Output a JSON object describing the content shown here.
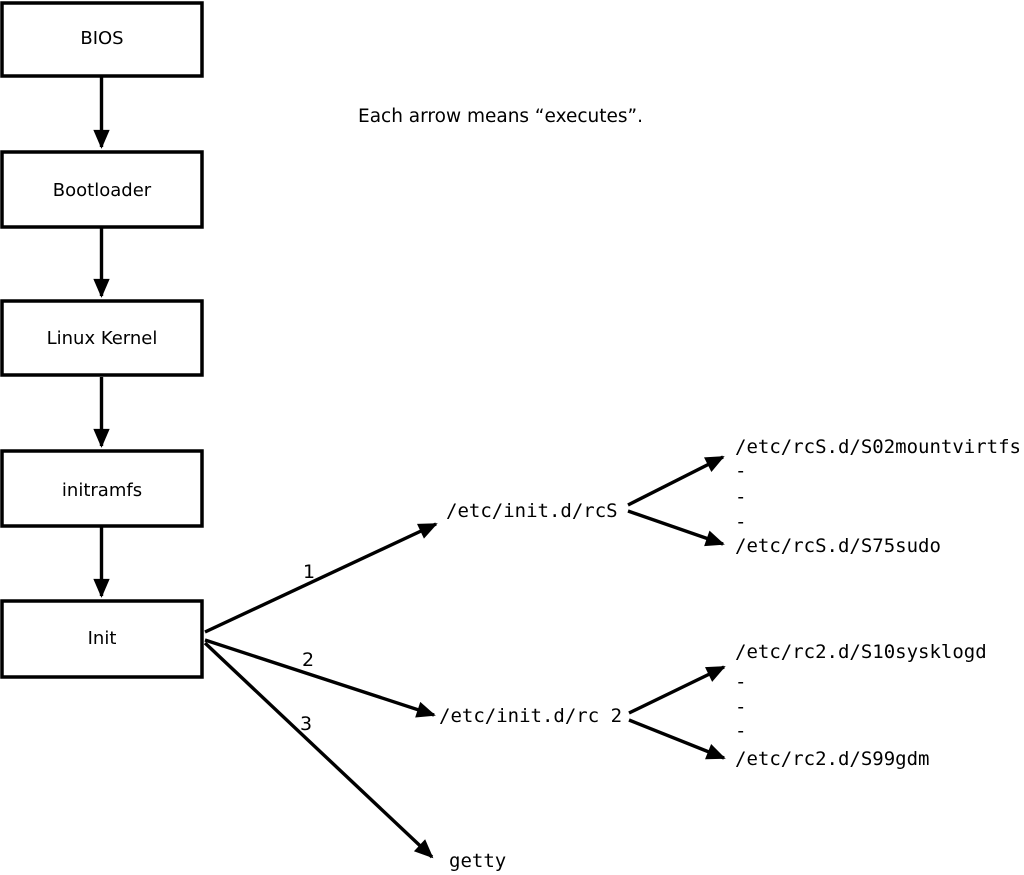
{
  "note": "Each arrow means “executes”.",
  "colors": {
    "stroke": "#000000",
    "box_fill": "#ffffff",
    "text": "#000000",
    "background": "#ffffff"
  },
  "boot_chain": [
    {
      "label": "BIOS"
    },
    {
      "label": "Bootloader"
    },
    {
      "label": "Linux Kernel"
    },
    {
      "label": "initramfs"
    },
    {
      "label": "Init"
    }
  ],
  "init_children": [
    {
      "order": "1",
      "label": "/etc/init.d/rcS",
      "scripts": {
        "first": "/etc/rcS.d/S02mountvirtfs",
        "ellipsis": [
          "-",
          "-",
          "-"
        ],
        "last": "/etc/rcS.d/S75sudo"
      }
    },
    {
      "order": "2",
      "label": "/etc/init.d/rc 2",
      "scripts": {
        "first": "/etc/rc2.d/S10sysklogd",
        "ellipsis": [
          "-",
          "-",
          "-"
        ],
        "last": "/etc/rc2.d/S99gdm"
      }
    },
    {
      "order": "3",
      "label": "getty"
    }
  ]
}
